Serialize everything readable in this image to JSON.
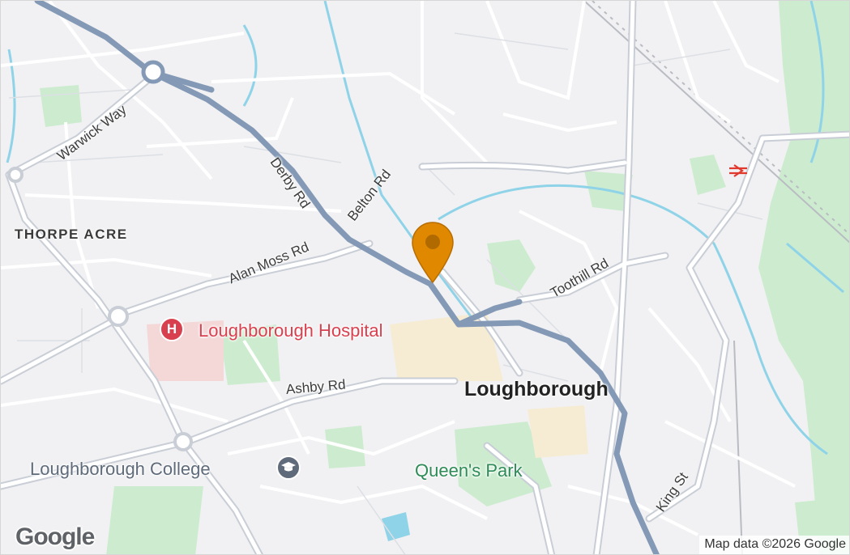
{
  "map": {
    "places": {
      "thorpe_acre": "THORPE ACRE",
      "loughborough": "Loughborough",
      "queens_park": "Queen's Park"
    },
    "roads": {
      "warwick_way": "Warwick Way",
      "derby_rd": "Derby Rd",
      "belton_rd": "Belton Rd",
      "alan_moss_rd": "Alan Moss Rd",
      "toothill_rd": "Toothill Rd",
      "ashby_rd": "Ashby Rd",
      "king_st": "King St"
    },
    "pois": {
      "hospital": {
        "label": "Loughborough Hospital",
        "icon": "hospital-icon",
        "icon_glyph": "H",
        "color": "#d9404f"
      },
      "college": {
        "label": "Loughborough College",
        "icon": "graduation-cap-icon",
        "color": "#5f6b7a"
      }
    },
    "marker": {
      "icon": "location-pin-icon",
      "color": "#e08800"
    },
    "rail_station": {
      "icon": "national-rail-icon",
      "color": "#e0392e"
    },
    "colors": {
      "land": "#f1f1f3",
      "park": "#cdeccf",
      "water": "#8fd3e8",
      "major_road": "#8399b5",
      "minor_road": "#ffffff",
      "road_casing": "#c9ced6"
    },
    "branding": {
      "logo": "Google",
      "attribution": "Map data ©2026 Google"
    }
  }
}
